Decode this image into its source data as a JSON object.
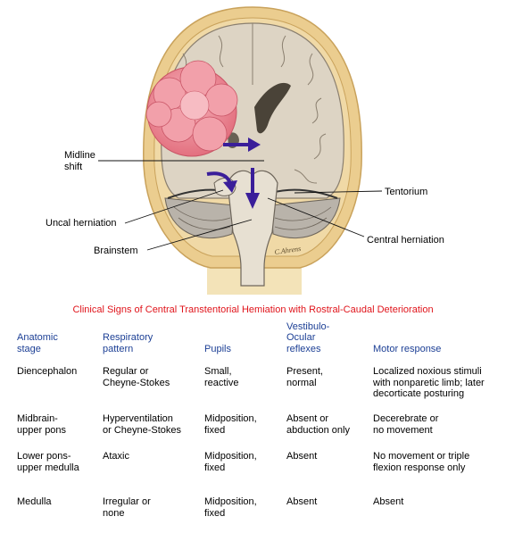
{
  "labels": {
    "midline_shift": "Midline\nshift",
    "tentorium": "Tentorium",
    "uncal_herniation": "Uncal herniation",
    "central_herniation": "Central herniation",
    "brainstem": "Brainstem",
    "signature": "C.Ahrens"
  },
  "colors": {
    "skull": "#e9c98a",
    "brain": "#ddd3c2",
    "tumor": "#ef8d98",
    "arrow": "#3a1e9a",
    "title": "#e0141b",
    "header": "#1c3f95"
  },
  "table": {
    "title": "Clinical Signs of Central Transtentorial Hemiation with Rostral-Caudal Deterioration",
    "headers": [
      "Anatomic\nstage",
      "Respiratory\npattern",
      "Pupils",
      "Vestibulo-\nOcular\nreflexes",
      "Motor response"
    ],
    "rows": [
      [
        "Diencephalon",
        "Regular or\nCheyne-Stokes",
        "Small,\nreactive",
        "Present,\nnormal",
        "Localized noxious stimuli\nwith nonparetic limb; later\ndecorticate posturing"
      ],
      [
        "Midbrain-\nupper pons",
        "Hyperventilation\nor Cheyne-Stokes",
        "Midposition,\nfixed",
        "Absent or\nabduction only",
        "Decerebrate or\nno movement"
      ],
      [
        "Lower pons-\nupper medulla",
        "Ataxic",
        "Midposition,\nfixed",
        "Absent",
        "No movement or triple\nflexion response only"
      ],
      [
        "Medulla",
        "Irregular or\nnone",
        "Midposition,\nfixed",
        "Absent",
        "Absent"
      ]
    ]
  }
}
